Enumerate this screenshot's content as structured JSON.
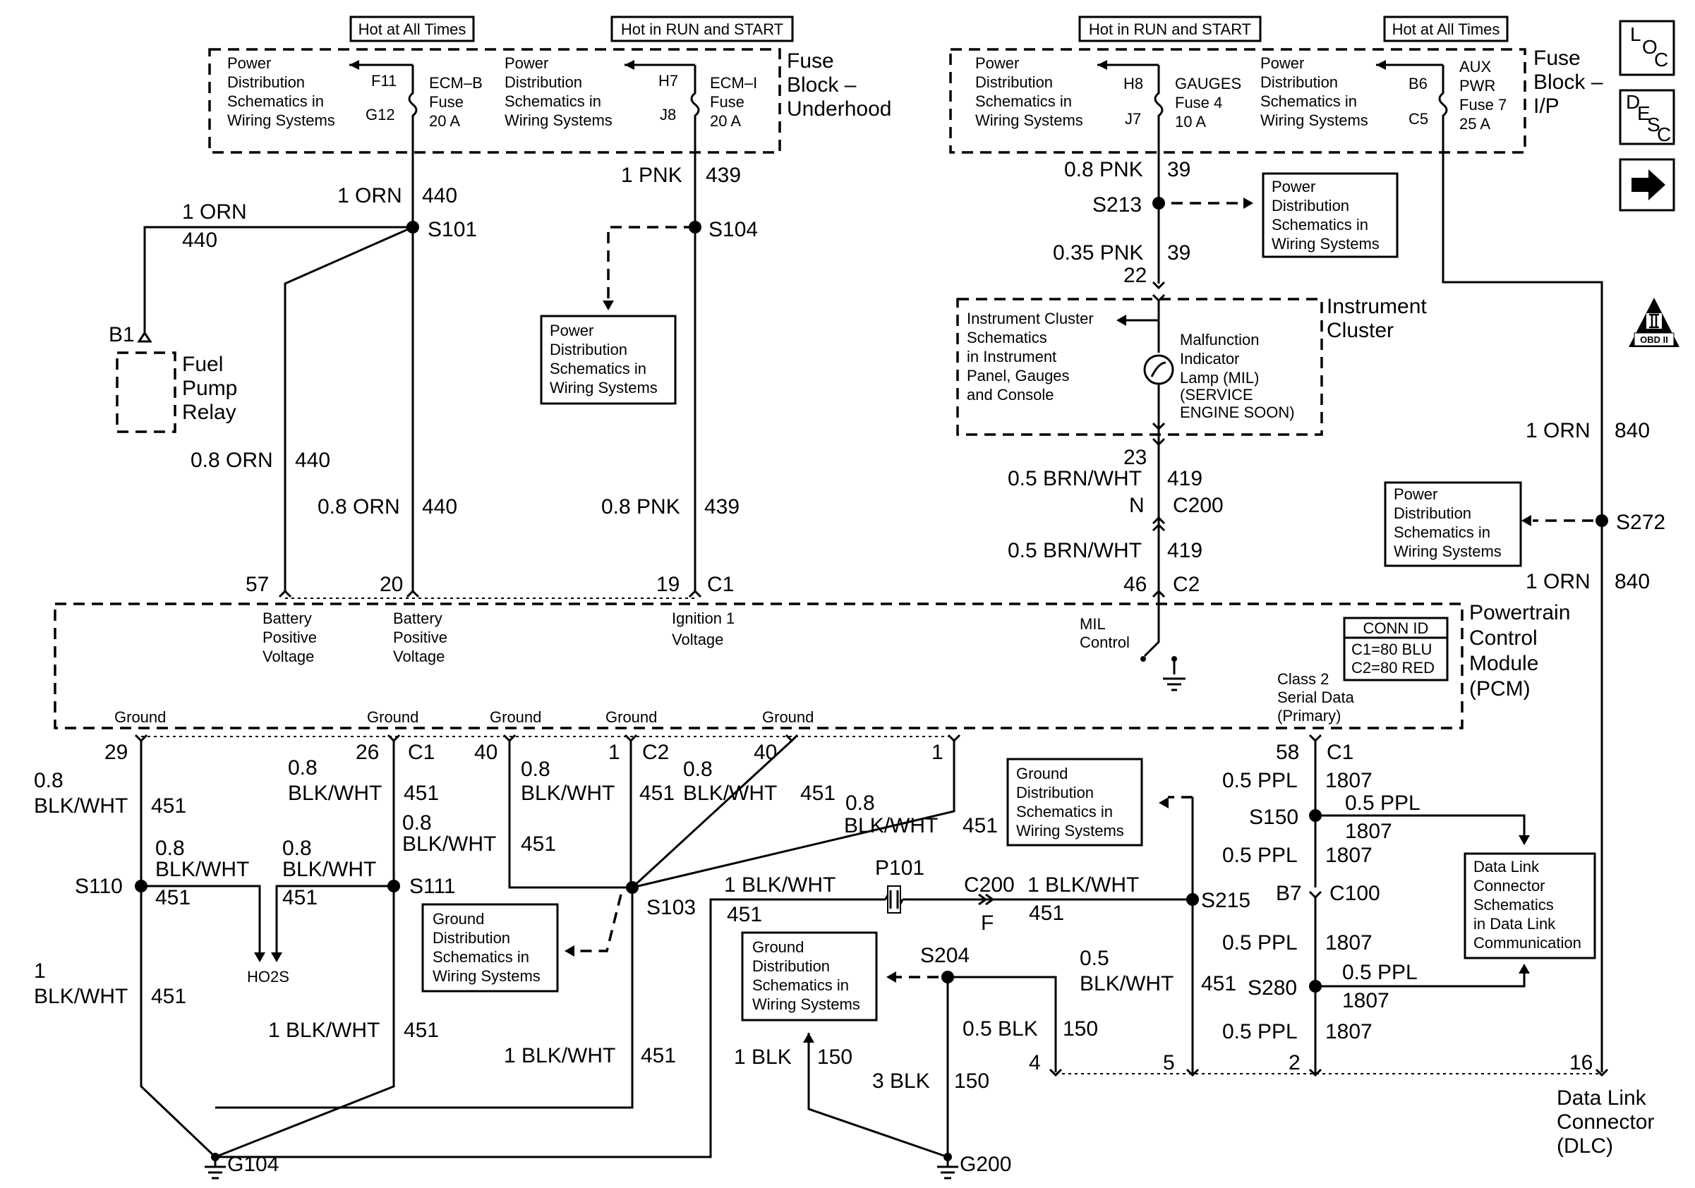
{
  "header": {
    "hot_all_left": "Hot at All Times",
    "hot_run_left": "Hot in RUN and START",
    "hot_run_right": "Hot in RUN and START",
    "hot_all_right": "Hot at All Times"
  },
  "fuse_block_underhood": {
    "label": [
      "Fuse",
      "Block –",
      "Underhood"
    ],
    "pd1": [
      "Power",
      "Distribution",
      "Schematics in",
      "Wiring Systems"
    ],
    "pd2": [
      "Power",
      "Distribution",
      "Schematics in",
      "Wiring Systems"
    ],
    "ecmb_pins": [
      "F11",
      "G12"
    ],
    "ecmb_fuse": [
      "ECM–B",
      "Fuse",
      "20 A"
    ],
    "ecmi_pins": [
      "H7",
      "J8"
    ],
    "ecmi_fuse": [
      "ECM–I",
      "Fuse",
      "20 A"
    ]
  },
  "fuse_block_ip": {
    "label": [
      "Fuse",
      "Block –",
      "I/P"
    ],
    "pd1": [
      "Power",
      "Distribution",
      "Schematics in",
      "Wiring Systems"
    ],
    "pd2": [
      "Power",
      "Distribution",
      "Schematics in",
      "Wiring Systems"
    ],
    "gauges_pins": [
      "H8",
      "J7"
    ],
    "gauges_fuse": [
      "GAUGES",
      "Fuse 4",
      "10 A"
    ],
    "aux_pins": [
      "B6",
      "C5"
    ],
    "aux_fuse": [
      "AUX",
      "PWR",
      "Fuse 7",
      "25 A"
    ]
  },
  "side_icons": {
    "loc": [
      "L",
      "O",
      "C"
    ],
    "desc": [
      "D",
      "E",
      "S",
      "C"
    ],
    "arrow": "right-arrow-icon",
    "obd": "OBD II"
  },
  "wires": {
    "w1_orn_440": [
      "1 ORN",
      "440"
    ],
    "w2_orn_440": [
      "1 ORN",
      "440"
    ],
    "s101": "S101",
    "b1": "B1",
    "fuel_pump_relay": [
      "Fuel",
      "Pump",
      "Relay"
    ],
    "w3_08orn_440": [
      "0.8 ORN",
      "440"
    ],
    "w4_08orn_440": [
      "0.8 ORN",
      "440"
    ],
    "pnk_439_top": [
      "1 PNK",
      "439"
    ],
    "s104": "S104",
    "pd_s104": [
      "Power",
      "Distribution",
      "Schematics in",
      "Wiring Systems"
    ],
    "pnk_439_bot": [
      "0.8 PNK",
      "439"
    ],
    "pnk_39_top": [
      "0.8 PNK",
      "39"
    ],
    "s213": "S213",
    "pd_s213": [
      "Power",
      "Distribution",
      "Schematics in",
      "Wiring Systems"
    ],
    "pnk_39_bot": [
      "0.35 PNK",
      "39"
    ],
    "pin22": "22",
    "pin23": "23",
    "brn_419_top": [
      "0.5 BRN/WHT",
      "419"
    ],
    "c200_n": [
      "N",
      "C200"
    ],
    "brn_419_bot": [
      "0.5 BRN/WHT",
      "419"
    ],
    "pin46_c2": [
      "46",
      "C2"
    ],
    "orn_840_top": [
      "1 ORN",
      "840"
    ],
    "s272": "S272",
    "pd_s272": [
      "Power",
      "Distribution",
      "Schematics in",
      "Wiring Systems"
    ],
    "orn_840_bot": [
      "1 ORN",
      "840"
    ]
  },
  "instrument_cluster": {
    "label": [
      "Instrument",
      "Cluster"
    ],
    "schem": [
      "Instrument Cluster",
      "Schematics",
      "in Instrument",
      "Panel, Gauges",
      "and Console"
    ],
    "mil": [
      "Malfunction",
      "Indicator",
      "Lamp (MIL)",
      "(SERVICE",
      "ENGINE SOON)"
    ]
  },
  "pcm": {
    "label": [
      "Powertrain",
      "Control",
      "Module",
      "(PCM)"
    ],
    "pins_top": [
      "57",
      "20",
      "19",
      "C1"
    ],
    "batt1": [
      "Battery",
      "Positive",
      "Voltage"
    ],
    "batt2": [
      "Battery",
      "Positive",
      "Voltage"
    ],
    "ign": [
      "Ignition 1",
      "Voltage"
    ],
    "mil_ctrl": [
      "MIL",
      "Control"
    ],
    "conn_id": [
      "CONN ID",
      "C1=80 BLU",
      "C2=80 RED"
    ],
    "class2": [
      "Class 2",
      "Serial Data",
      "(Primary)"
    ],
    "grounds": [
      "Ground",
      "Ground",
      "Ground",
      "Ground",
      "Ground"
    ],
    "pins_bottom": [
      "29",
      "26",
      "C1",
      "40",
      "1",
      "C2",
      "40",
      "1",
      "58",
      "C1"
    ]
  },
  "ground_wires": {
    "g29": [
      "0.8",
      "BLK/WHT",
      "451"
    ],
    "g26": [
      "0.8",
      "BLK/WHT",
      "451"
    ],
    "g26b": [
      "0.8",
      "BLK/WHT",
      "451"
    ],
    "g40a": [
      "0.8",
      "BLK/WHT",
      "451"
    ],
    "g1a": [
      "451"
    ],
    "g40b": [
      "0.8",
      "BLK/WHT",
      "451"
    ],
    "g1b": [
      "0.8",
      "BLK/WHT",
      "451"
    ],
    "s110": "S110",
    "s111": "S111",
    "s110_b": [
      "0.8",
      "BLK/WHT",
      "451"
    ],
    "s111_b": [
      "0.8",
      "BLK/WHT",
      "451"
    ],
    "ho2s": "HO2S",
    "s110_down": [
      "1",
      "BLK/WHT",
      "451"
    ],
    "s111_down": [
      "1 BLK/WHT",
      "451"
    ],
    "s103": "S103",
    "s103_down": [
      "1 BLK/WHT",
      "451"
    ],
    "gd_s103": [
      "Ground",
      "Distribution",
      "Schematics in",
      "Wiring Systems"
    ],
    "g104": "G104",
    "top_blk": [
      "1 BLK/WHT",
      "451"
    ],
    "p101": "P101",
    "c200_f": [
      "C200",
      "F"
    ],
    "right_blk": [
      "1 BLK/WHT",
      "451"
    ],
    "s215": "S215",
    "gd_s215": [
      "Ground",
      "Distribution",
      "Schematics in",
      "Wiring Systems"
    ],
    "gd_s204": [
      "Ground",
      "Distribution",
      "Schematics in",
      "Wiring Systems"
    ],
    "s204": "S204",
    "blk150_1": [
      "1 BLK",
      "150"
    ],
    "blk150_3": [
      "3 BLK",
      "150"
    ],
    "blk150_05": [
      "0.5 BLK",
      "150"
    ],
    "s215_down": [
      "0.5",
      "BLK/WHT",
      "451"
    ],
    "g200": "G200"
  },
  "data_link": {
    "ppl1": [
      "0.5 PPL",
      "1807"
    ],
    "s150": "S150",
    "s150_r": [
      "0.5 PPL",
      "1807"
    ],
    "ppl2": [
      "0.5 PPL",
      "1807"
    ],
    "b7_c100": [
      "B7",
      "C100"
    ],
    "ppl3": [
      "0.5 PPL",
      "1807"
    ],
    "s280": "S280",
    "s280_r": [
      "0.5 PPL",
      "1807"
    ],
    "ppl4": [
      "0.5 PPL",
      "1807"
    ],
    "dlc_schem": [
      "Data Link",
      "Connector",
      "Schematics",
      "in Data Link",
      "Communication"
    ],
    "dlc_pins": [
      "4",
      "5",
      "2",
      "16"
    ],
    "dlc_label": [
      "Data Link",
      "Connector",
      "(DLC)"
    ]
  }
}
